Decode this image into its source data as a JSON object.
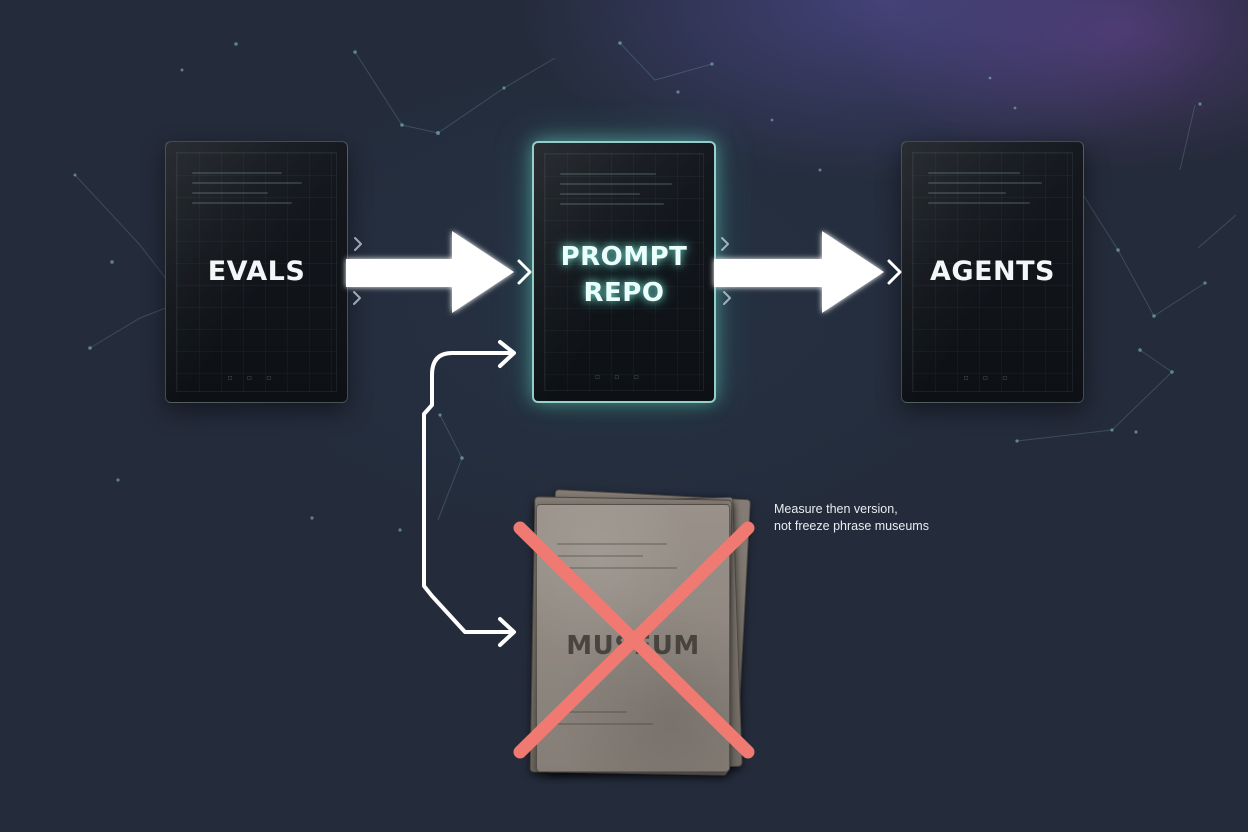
{
  "panels": {
    "evals": {
      "label": "EVALS"
    },
    "prompt_repo": {
      "line1": "PROMPT",
      "line2": "REPO"
    },
    "agents": {
      "label": "AGENTS"
    }
  },
  "museum": {
    "label": "MUSEUM"
  },
  "note": {
    "line1": "Measure then version,",
    "line2": "not freeze phrase museums"
  },
  "colors": {
    "background": "#242b3a",
    "panel": "#111419",
    "glow": "#8ff0e4",
    "arrow": "#ffffff",
    "cross": "#f07a72",
    "museum_paper": "#8f8780"
  },
  "icons": {
    "flow_arrow": "arrow-right-icon",
    "chevrons": "double-chevron-icon",
    "cross": "cross-out-icon"
  }
}
